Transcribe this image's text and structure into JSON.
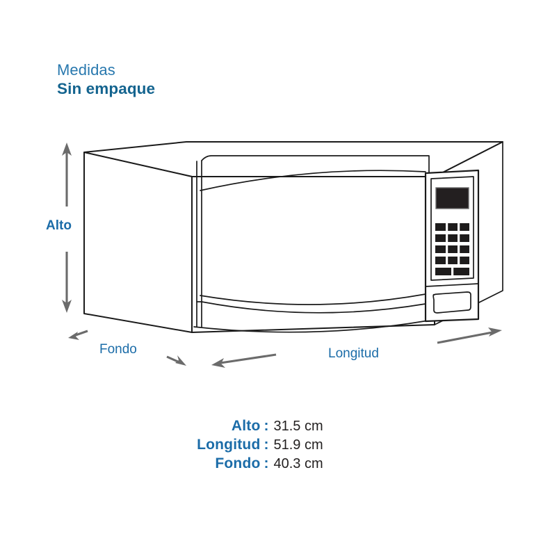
{
  "heading": {
    "line1": "Medidas",
    "line2": "Sin empaque"
  },
  "diagram": {
    "product": "microwave-oven",
    "view": "3d-isometric-line-drawing",
    "labels": {
      "alto": "Alto",
      "fondo": "Fondo",
      "longitud": "Longitud"
    },
    "arrows": {
      "alto": "vertical-double-arrow",
      "fondo": "diagonal-double-arrow",
      "longitud": "diagonal-double-arrow"
    },
    "control_panel": {
      "display": "digital-display",
      "button_rows": [
        3,
        3,
        3,
        3,
        2
      ],
      "handle": "door-handle"
    }
  },
  "measures": {
    "colon": ":",
    "rows": [
      {
        "label": "Alto",
        "value": "31.5 cm"
      },
      {
        "label": "Longitud",
        "value": "51.9 cm"
      },
      {
        "label": "Fondo",
        "value": "40.3 cm"
      }
    ]
  },
  "colors": {
    "brand_blue": "#1b6ca8",
    "heading_blue": "#2878ae",
    "arrow_gray": "#6b6b6b",
    "outline": "#1a1a1a",
    "value_text": "#221f1f",
    "background": "#ffffff"
  }
}
